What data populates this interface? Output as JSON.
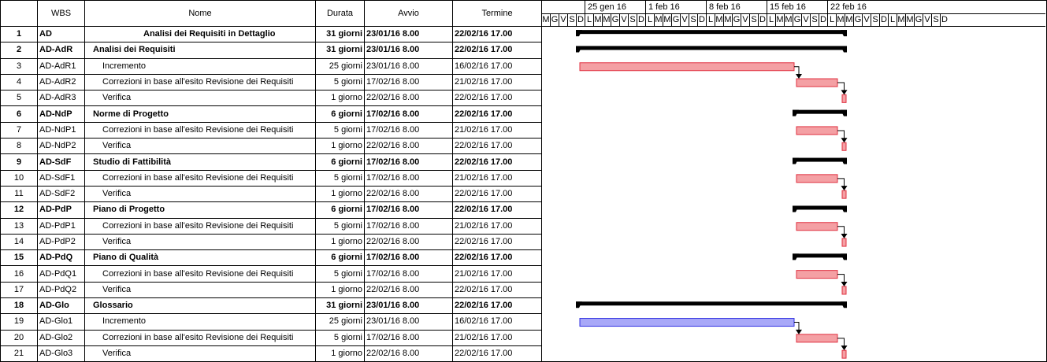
{
  "columns": {
    "id": "",
    "wbs": "WBS",
    "name": "Nome",
    "duration": "Durata",
    "start": "Avvio",
    "end": "Termine"
  },
  "timeline": {
    "weeks": [
      "25 gen 16",
      "1 feb 16",
      "8 feb 16",
      "15 feb 16",
      "22 feb 16"
    ],
    "days": [
      "M",
      "G",
      "V",
      "S",
      "D",
      "L",
      "M",
      "M",
      "G",
      "V",
      "S",
      "D",
      "L",
      "M",
      "M",
      "G",
      "V",
      "S",
      "D",
      "L",
      "M",
      "M",
      "G",
      "V",
      "S",
      "D",
      "L",
      "M",
      "M",
      "G",
      "V",
      "S",
      "D",
      "L",
      "M",
      "M",
      "G",
      "V",
      "S",
      "D",
      "L",
      "M",
      "M",
      "G",
      "V",
      "S",
      "D"
    ]
  },
  "colors": {
    "task_red": "#f4a0a4",
    "task_red_border": "#e03040",
    "task_blue": "#a8a8f8",
    "task_blue_border": "#3030e0",
    "summary": "#000000"
  },
  "tasks": [
    {
      "id": "1",
      "wbs": "AD",
      "name": "Analisi dei Requisiti in Dettaglio",
      "duration": "31 giorni",
      "start": "23/01/16 8.00",
      "end": "22/02/16 17.00",
      "level": 0,
      "type": "summary",
      "s": 1,
      "e": 31
    },
    {
      "id": "2",
      "wbs": "AD-AdR",
      "name": "Analisi dei Requisiti",
      "duration": "31 giorni",
      "start": "23/01/16 8.00",
      "end": "22/02/16 17.00",
      "level": 1,
      "type": "summary",
      "s": 1,
      "e": 31
    },
    {
      "id": "3",
      "wbs": "AD-AdR1",
      "name": "Incremento",
      "duration": "25 giorni",
      "start": "23/01/16 8.00",
      "end": "16/02/16 17.00",
      "level": 2,
      "type": "task",
      "color": "red",
      "s": 1,
      "e": 25
    },
    {
      "id": "4",
      "wbs": "AD-AdR2",
      "name": "Correzioni in base all'esito Revisione dei Requisiti",
      "duration": "5 giorni",
      "start": "17/02/16 8.00",
      "end": "21/02/16 17.00",
      "level": 2,
      "type": "task",
      "color": "red",
      "s": 26,
      "e": 30
    },
    {
      "id": "5",
      "wbs": "AD-AdR3",
      "name": "Verifica",
      "duration": "1 giorno",
      "start": "22/02/16 8.00",
      "end": "22/02/16 17.00",
      "level": 2,
      "type": "task",
      "color": "red",
      "s": 31,
      "e": 31
    },
    {
      "id": "6",
      "wbs": "AD-NdP",
      "name": "Norme di Progetto",
      "duration": "6 giorni",
      "start": "17/02/16 8.00",
      "end": "22/02/16 17.00",
      "level": 1,
      "type": "summary",
      "s": 26,
      "e": 31
    },
    {
      "id": "7",
      "wbs": "AD-NdP1",
      "name": "Correzioni in base all'esito Revisione dei Requisiti",
      "duration": "5 giorni",
      "start": "17/02/16 8.00",
      "end": "21/02/16 17.00",
      "level": 2,
      "type": "task",
      "color": "red",
      "s": 26,
      "e": 30
    },
    {
      "id": "8",
      "wbs": "AD-NdP2",
      "name": "Verifica",
      "duration": "1 giorno",
      "start": "22/02/16 8.00",
      "end": "22/02/16 17.00",
      "level": 2,
      "type": "task",
      "color": "red",
      "s": 31,
      "e": 31
    },
    {
      "id": "9",
      "wbs": "AD-SdF",
      "name": "Studio di Fattibilità",
      "duration": "6 giorni",
      "start": "17/02/16 8.00",
      "end": "22/02/16 17.00",
      "level": 1,
      "type": "summary",
      "s": 26,
      "e": 31
    },
    {
      "id": "10",
      "wbs": "AD-SdF1",
      "name": "Correzioni in base all'esito Revisione dei Requisiti",
      "duration": "5 giorni",
      "start": "17/02/16 8.00",
      "end": "21/02/16 17.00",
      "level": 2,
      "type": "task",
      "color": "red",
      "s": 26,
      "e": 30
    },
    {
      "id": "11",
      "wbs": "AD-SdF2",
      "name": "Verifica",
      "duration": "1 giorno",
      "start": "22/02/16 8.00",
      "end": "22/02/16 17.00",
      "level": 2,
      "type": "task",
      "color": "red",
      "s": 31,
      "e": 31
    },
    {
      "id": "12",
      "wbs": "AD-PdP",
      "name": "Piano di Progetto",
      "duration": "6 giorni",
      "start": "17/02/16 8.00",
      "end": "22/02/16 17.00",
      "level": 1,
      "type": "summary",
      "s": 26,
      "e": 31
    },
    {
      "id": "13",
      "wbs": "AD-PdP1",
      "name": "Correzioni in base all'esito Revisione dei Requisiti",
      "duration": "5 giorni",
      "start": "17/02/16 8.00",
      "end": "21/02/16 17.00",
      "level": 2,
      "type": "task",
      "color": "red",
      "s": 26,
      "e": 30
    },
    {
      "id": "14",
      "wbs": "AD-PdP2",
      "name": "Verifica",
      "duration": "1 giorno",
      "start": "22/02/16 8.00",
      "end": "22/02/16 17.00",
      "level": 2,
      "type": "task",
      "color": "red",
      "s": 31,
      "e": 31
    },
    {
      "id": "15",
      "wbs": "AD-PdQ",
      "name": "Piano di Qualità",
      "duration": "6 giorni",
      "start": "17/02/16 8.00",
      "end": "22/02/16 17.00",
      "level": 1,
      "type": "summary",
      "s": 26,
      "e": 31
    },
    {
      "id": "16",
      "wbs": "AD-PdQ1",
      "name": "Correzioni in base all'esito Revisione dei Requisiti",
      "duration": "5 giorni",
      "start": "17/02/16 8.00",
      "end": "21/02/16 17.00",
      "level": 2,
      "type": "task",
      "color": "red",
      "s": 26,
      "e": 30
    },
    {
      "id": "17",
      "wbs": "AD-PdQ2",
      "name": "Verifica",
      "duration": "1 giorno",
      "start": "22/02/16 8.00",
      "end": "22/02/16 17.00",
      "level": 2,
      "type": "task",
      "color": "red",
      "s": 31,
      "e": 31
    },
    {
      "id": "18",
      "wbs": "AD-Glo",
      "name": "Glossario",
      "duration": "31 giorni",
      "start": "23/01/16 8.00",
      "end": "22/02/16 17.00",
      "level": 1,
      "type": "summary",
      "s": 1,
      "e": 31
    },
    {
      "id": "19",
      "wbs": "AD-Glo1",
      "name": "Incremento",
      "duration": "25 giorni",
      "start": "23/01/16 8.00",
      "end": "16/02/16 17.00",
      "level": 2,
      "type": "task",
      "color": "blue",
      "s": 1,
      "e": 25
    },
    {
      "id": "20",
      "wbs": "AD-Glo2",
      "name": "Correzioni in base all'esito Revisione dei Requisiti",
      "duration": "5 giorni",
      "start": "17/02/16 8.00",
      "end": "21/02/16 17.00",
      "level": 2,
      "type": "task",
      "color": "red",
      "s": 26,
      "e": 30
    },
    {
      "id": "21",
      "wbs": "AD-Glo3",
      "name": "Verifica",
      "duration": "1 giorno",
      "start": "22/02/16 8.00",
      "end": "22/02/16 17.00",
      "level": 2,
      "type": "task",
      "color": "red",
      "s": 31,
      "e": 31
    }
  ]
}
